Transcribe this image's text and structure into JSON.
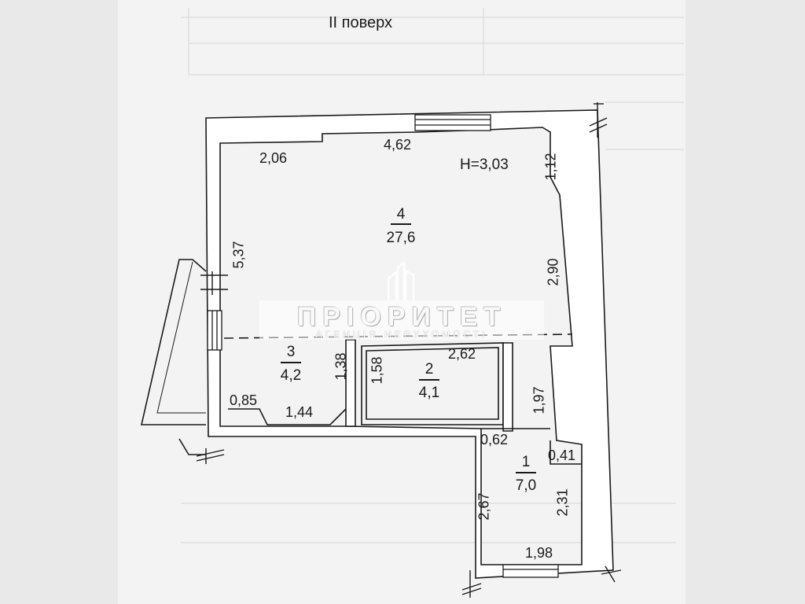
{
  "floor_title": "II поверх",
  "ceiling_height": "H=3,03",
  "rooms": [
    {
      "number": "1",
      "area": "7,0"
    },
    {
      "number": "2",
      "area": "4,1"
    },
    {
      "number": "3",
      "area": "4,2"
    },
    {
      "number": "4",
      "area": "27,6"
    }
  ],
  "dimensions": {
    "top_left": "2,06",
    "top_middle": "4,62",
    "right_top": "1,12",
    "left_wall": "5,37",
    "right_middle": "2,90",
    "room3_height": "1,38",
    "room3_left": "0,85",
    "room3_bottom": "1,44",
    "room2_height": "1,58",
    "room2_width": "2,62",
    "corridor_right": "1,97",
    "room1_top": "0,62",
    "room1_step": "0,41",
    "room1_left": "2,67",
    "room1_right": "2,31",
    "room1_bottom": "1,98"
  },
  "watermark": {
    "name": "ПРІОРИТЕТ",
    "tagline": "АГЕНЦІЯ НЕРУХОМОСТІ"
  },
  "colors": {
    "paper": "#f2f2f2",
    "ink": "#1a1a1a",
    "wall_fill": "#ffffff"
  }
}
